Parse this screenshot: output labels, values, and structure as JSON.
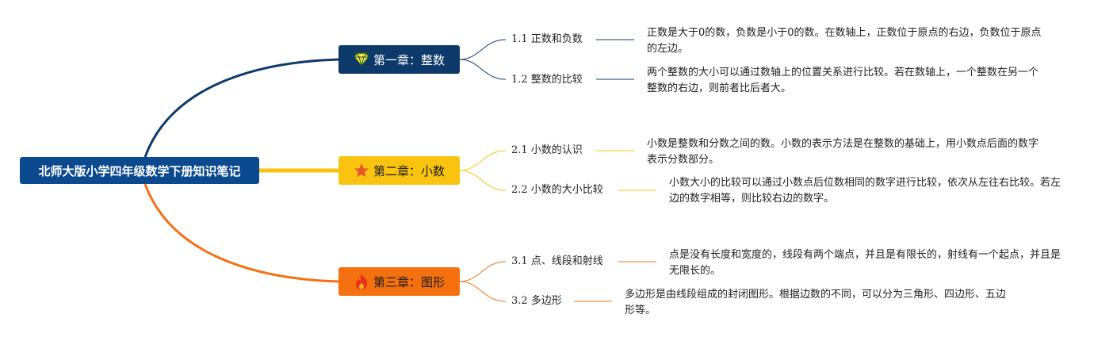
{
  "root": {
    "title": "北师大版小学四年级数学下册知识笔记"
  },
  "colors": {
    "ch1": "#0d3a6b",
    "ch2": "#f9c30f",
    "ch3": "#f5700f",
    "root": "#0b4a8e"
  },
  "chapters": [
    {
      "title": "第一章：整数",
      "icon": "diamond-icon",
      "topics": [
        {
          "label": "1.1 正数和负数",
          "desc": "正数是大于0的数，负数是小于0的数。在数轴上，正数位于原点的右边，负数位于原点的左边。"
        },
        {
          "label": "1.2 整数的比较",
          "desc": "两个整数的大小可以通过数轴上的位置关系进行比较。若在数轴上，一个整数在另一个整数的右边，则前者比后者大。"
        }
      ]
    },
    {
      "title": "第二章：小数",
      "icon": "star-icon",
      "topics": [
        {
          "label": "2.1 小数的认识",
          "desc": "小数是整数和分数之间的数。小数的表示方法是在整数的基础上，用小数点后面的数字表示分数部分。"
        },
        {
          "label": "2.2 小数的大小比较",
          "desc": "小数大小的比较可以通过小数点后位数相同的数字进行比较，依次从左往右比较。若左边的数字相等，则比较右边的数字。"
        }
      ]
    },
    {
      "title": "第三章：图形",
      "icon": "fire-icon",
      "topics": [
        {
          "label": "3.1 点、线段和射线",
          "desc": "点是没有长度和宽度的，线段有两个端点，并且是有限长的，射线有一个起点，并且是无限长的。"
        },
        {
          "label": "3.2 多边形",
          "desc": "多边形是由线段组成的封闭图形。根据边数的不同，可以分为三角形、四边形、五边形等。"
        }
      ]
    }
  ]
}
